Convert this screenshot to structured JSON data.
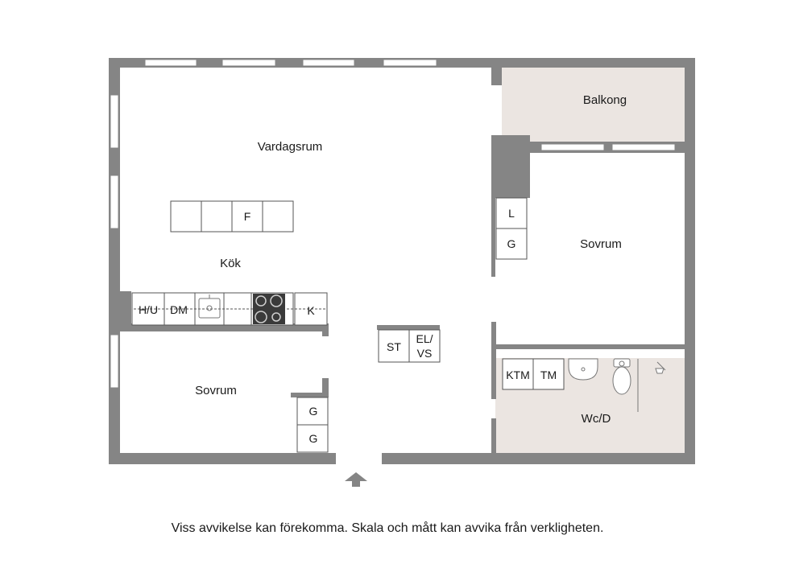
{
  "rooms": {
    "vardagsrum": "Vardagsrum",
    "kok": "Kök",
    "balkong": "Balkong",
    "sovrum_right": "Sovrum",
    "sovrum_left": "Sovrum",
    "wc": "Wc/D"
  },
  "fixtures": {
    "island_f": "F",
    "hu": "H/U",
    "dm": "DM",
    "k": "K",
    "st": "ST",
    "el_vs_line1": "EL/",
    "el_vs_line2": "VS",
    "ktm": "KTM",
    "tm": "TM",
    "l": "L",
    "g_right": "G",
    "g_left_top": "G",
    "g_left_bottom": "G"
  },
  "icons": {
    "entrance": "entrance-arrow-icon",
    "sink": "kitchen-sink-icon",
    "stove": "stove-icon",
    "washbasin": "washbasin-icon",
    "toilet": "toilet-icon",
    "shower": "shower-icon"
  },
  "colors": {
    "wall": "#858585",
    "wet_room_floor": "#ebe5e1",
    "balcony_floor": "#ebe5e1"
  },
  "disclaimer": "Viss avvikelse kan förekomma. Skala och mått kan avvika från verkligheten."
}
